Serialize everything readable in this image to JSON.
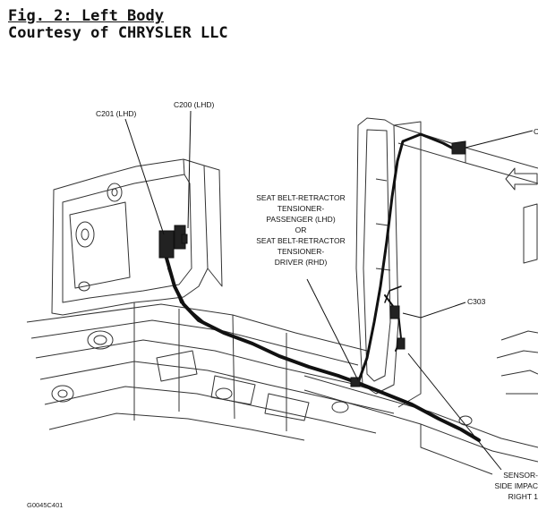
{
  "caption": {
    "title": "Fig. 2: Left Body",
    "credit": "Courtesy of CHRYSLER LLC"
  },
  "labels": {
    "c201": "C201 (LHD)",
    "c200": "C200 (LHD)",
    "seatbelt": [
      "SEAT BELT-RETRACTOR",
      "TENSIONER-",
      "PASSENGER (LHD)",
      "OR",
      "SEAT BELT-RETRACTOR",
      "TENSIONER-",
      "DRIVER (RHD)"
    ],
    "c303": "C303",
    "edge_c": "C",
    "sensor": [
      "SENSOR-",
      "SIDE IMPAC",
      "RIGHT 1"
    ]
  },
  "figure_id": "G0045C401"
}
